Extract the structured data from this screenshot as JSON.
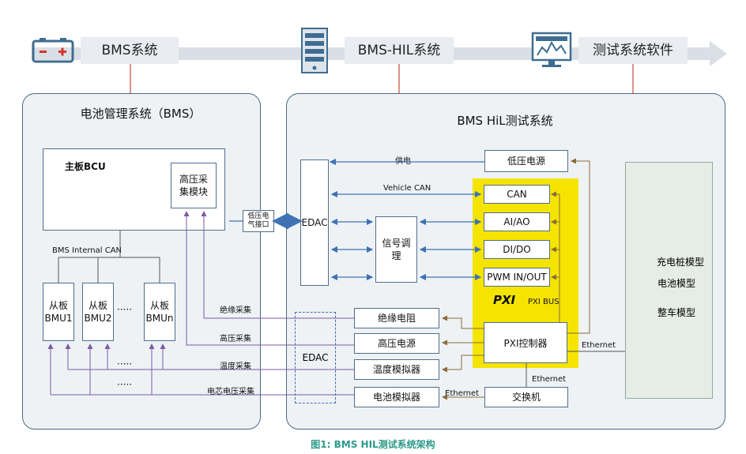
{
  "top": {
    "bms_label": "BMS系统",
    "hil_label": "BMS-HIL系统",
    "test_label": "测试系统软件"
  },
  "left_panel": {
    "title": "电池管理系统（BMS）",
    "bcu_title": "主板BCU",
    "hv_module": "高压采集模块",
    "internal_can": "BMS Internal CAN",
    "bmu1": "从板BMU1",
    "bmu2": "从板BMU2",
    "bmun": "从板BMUn",
    "dots": "·····"
  },
  "connector": "低压电气接口",
  "right_panel": {
    "title": "BMS HiL测试系统",
    "edac_top": "EDAC",
    "edac_bottom": "EDAC",
    "low_voltage_power": "低压电源",
    "signal_conditioning": "信号调理",
    "pxi": {
      "can": "CAN",
      "aiao": "AI/AO",
      "dido": "DI/DO",
      "pwm": "PWM IN/OUT",
      "logo": "PXI",
      "bus": "PXI BUS",
      "controller": "PXI控制器"
    },
    "insulation_resistance": "绝缘电阻",
    "hv_power": "高压电源",
    "temp_simulator": "温度模拟器",
    "battery_simulator": "电池模拟器",
    "switch": "交换机",
    "models": [
      "充电桩模型",
      "电池模型",
      "整车模型"
    ]
  },
  "links": {
    "power_supply": "供电",
    "vehicle_can": "Vehicle CAN",
    "insulation_sampling": "绝缘采集",
    "hv_sampling": "高压采集",
    "temp_sampling": "温度采集",
    "cell_voltage_sampling": "电芯电压采集",
    "ethernet": "Ethernet"
  },
  "caption": "图1: BMS HIL测试系统架构",
  "colors": {
    "pxi_yellow": "#f5e400",
    "blue_line": "#3f72b5",
    "brown_line": "#8a6b3a",
    "purple_line": "#7b5ba6",
    "caption_green": "#2c9a8a"
  }
}
